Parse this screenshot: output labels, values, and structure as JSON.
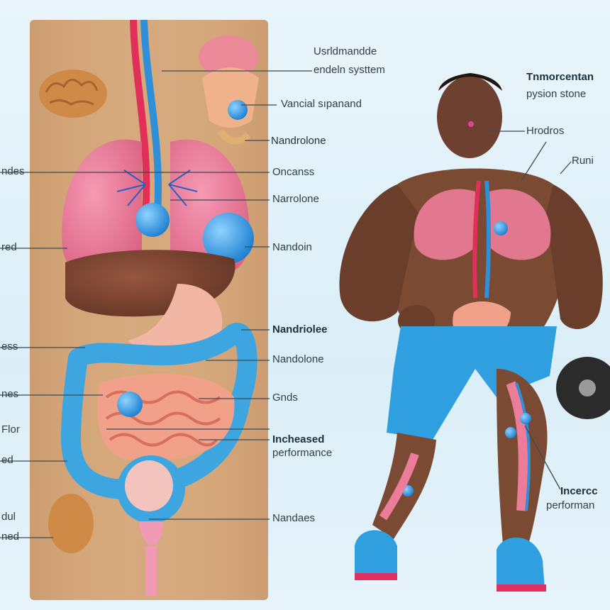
{
  "labels": {
    "top1": "Usrldmandde",
    "top2": "endeln systtem",
    "vancial": "Vancial sıpanand",
    "nandrolone1": "Nandrolone",
    "oncanss": "Oncanss",
    "narrolone": "Narrolone",
    "nandoin": "Nandoin",
    "nandriolee": "Nandriolee",
    "nandolone": "Nandolone",
    "gnds": "Gnds",
    "incheased1": "Incheased",
    "incheased2": "performance",
    "nandaes": "Nandaes",
    "left_ndes": "ndes",
    "left_red": "red",
    "left_ess": "ess",
    "left_nes": "nes",
    "left_flor": "Flor",
    "left_ed": "ed",
    "left_dul": "dul",
    "left_ned": "ned",
    "right_top1": "Tnmorcentan",
    "right_top2": "pysion stone",
    "hrodros": "Hrodros",
    "runu": "Runi",
    "incerc1": "Incercc",
    "incerc2": "performan"
  },
  "colors": {
    "panel": "#d2a47a",
    "lung": "#ec7d9a",
    "liver": "#7a4430",
    "intestine_blue": "#3da5e0",
    "intestine_pink": "#f1a08a",
    "shorts": "#2f9fe0",
    "skin": "#7a4a33",
    "artery": "#e0305a",
    "vein": "#2f8fd8"
  }
}
